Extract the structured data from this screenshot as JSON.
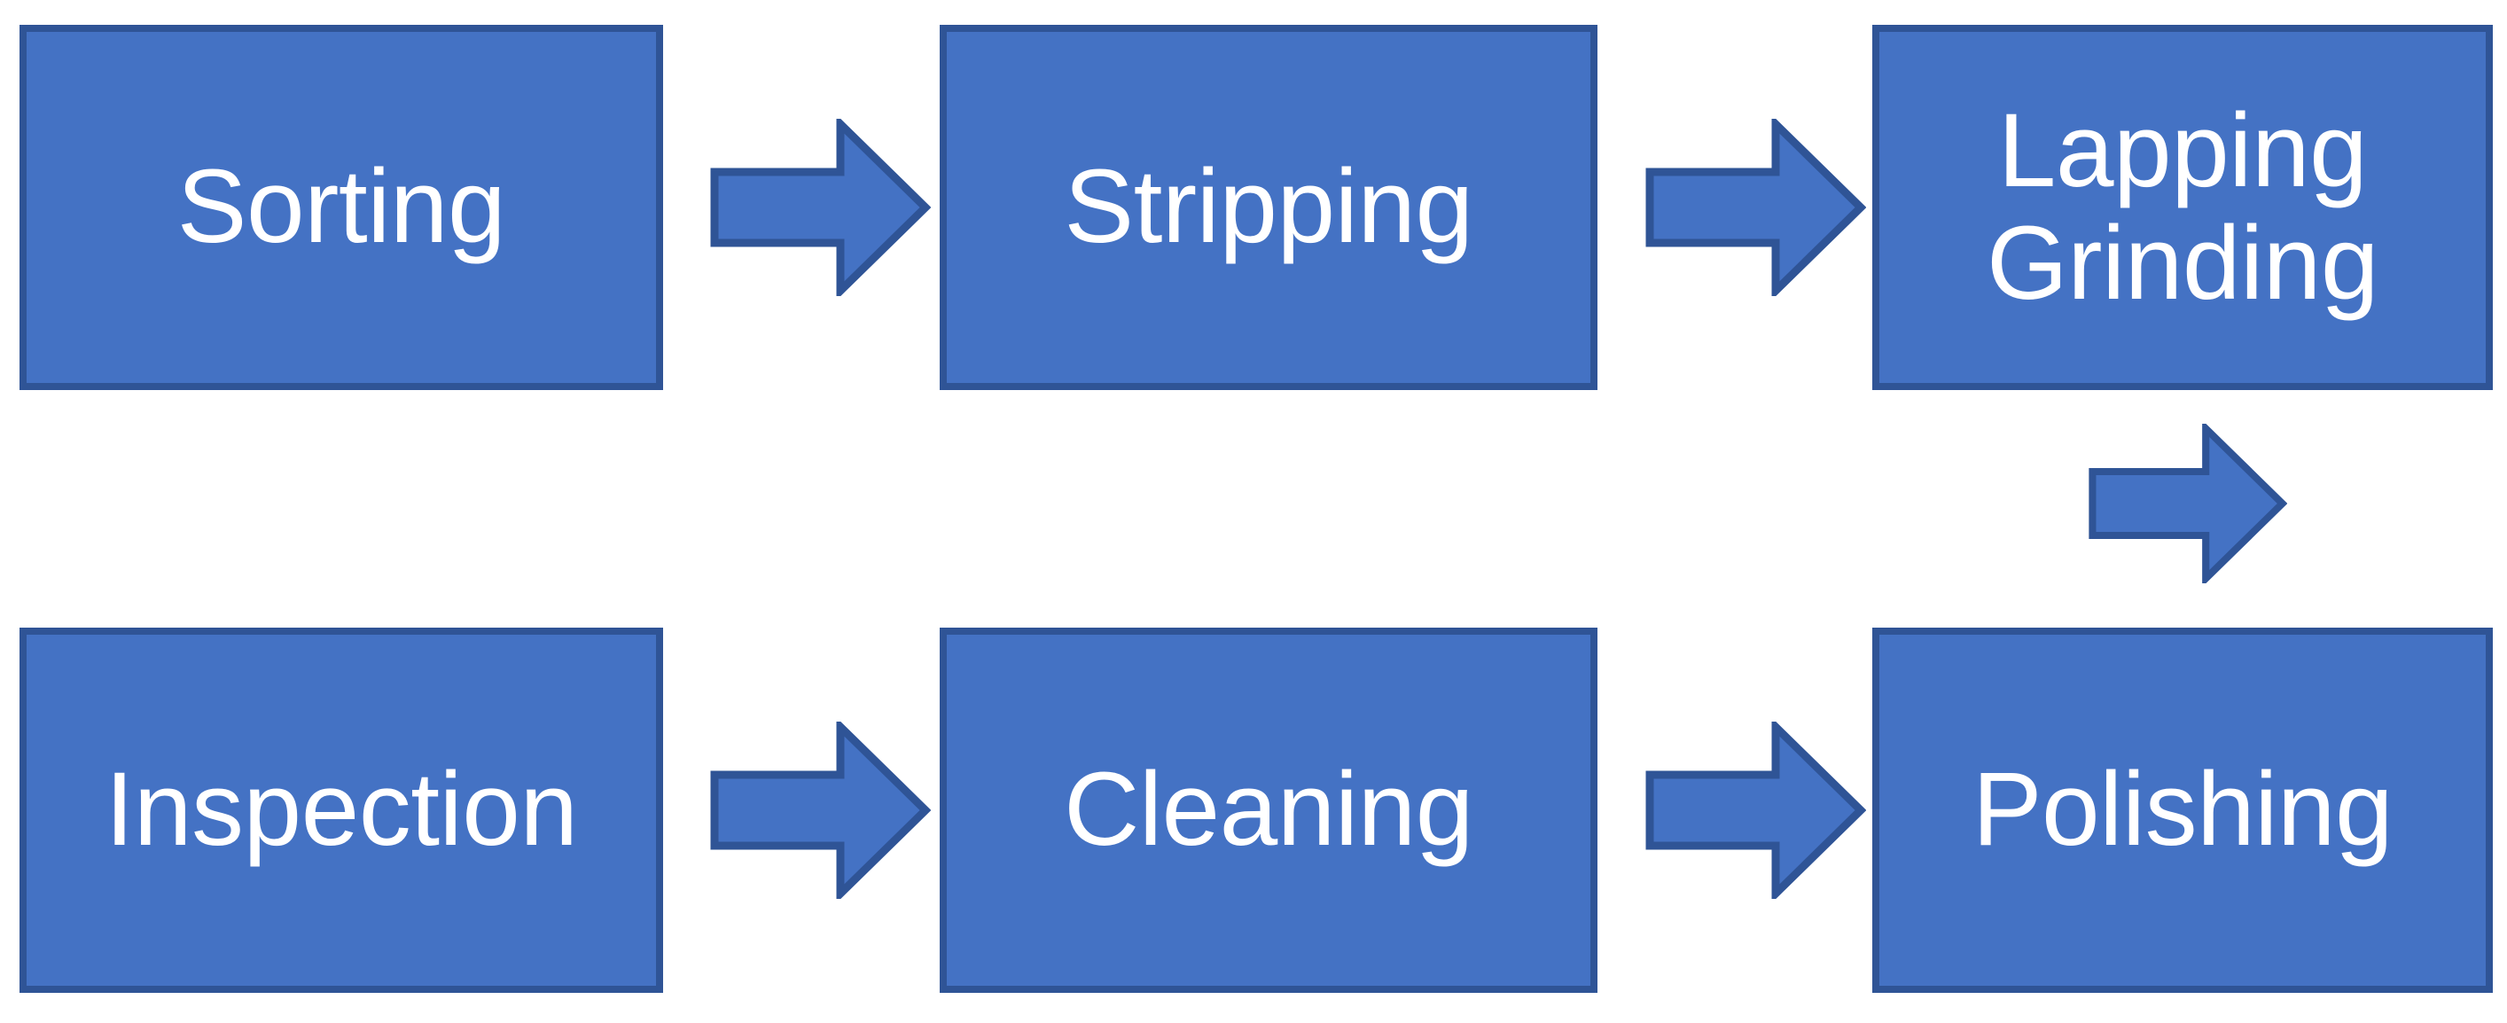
{
  "diagram": {
    "type": "process-flow",
    "title": "",
    "colors": {
      "node_fill": "#4472C4",
      "node_border": "#2F5496",
      "node_text": "#FFFFFF",
      "arrow_fill": "#4472C4",
      "arrow_border": "#2F5496",
      "background": "#FFFFFF"
    },
    "nodes": [
      {
        "id": "sorting",
        "label": "Sorting",
        "row": "top",
        "column": 1
      },
      {
        "id": "stripping",
        "label": "Stripping",
        "row": "top",
        "column": 2
      },
      {
        "id": "lapping-grinding",
        "label": "Lapping\nGrinding",
        "row": "top",
        "column": 3
      },
      {
        "id": "inspection",
        "label": "Inspection",
        "row": "bottom",
        "column": 1
      },
      {
        "id": "cleaning",
        "label": "Cleaning",
        "row": "bottom",
        "column": 2
      },
      {
        "id": "polishing",
        "label": "Polishing",
        "row": "bottom",
        "column": 3
      }
    ],
    "connectors": [
      {
        "id": "sorting-to-stripping",
        "from": "sorting",
        "to": "stripping",
        "direction": "right"
      },
      {
        "id": "stripping-to-lapping-grinding",
        "from": "stripping",
        "to": "lapping-grinding",
        "direction": "right"
      },
      {
        "id": "lapping-grinding-to-polishing",
        "from": "lapping-grinding",
        "to": "polishing",
        "direction": "right"
      },
      {
        "id": "inspection-to-cleaning",
        "from": "inspection",
        "to": "cleaning",
        "direction": "right"
      },
      {
        "id": "cleaning-to-polishing",
        "from": "cleaning",
        "to": "polishing",
        "direction": "right"
      }
    ],
    "sequence": [
      "Sorting",
      "Stripping",
      "Lapping Grinding",
      "Polishing",
      "Cleaning",
      "Inspection"
    ]
  }
}
